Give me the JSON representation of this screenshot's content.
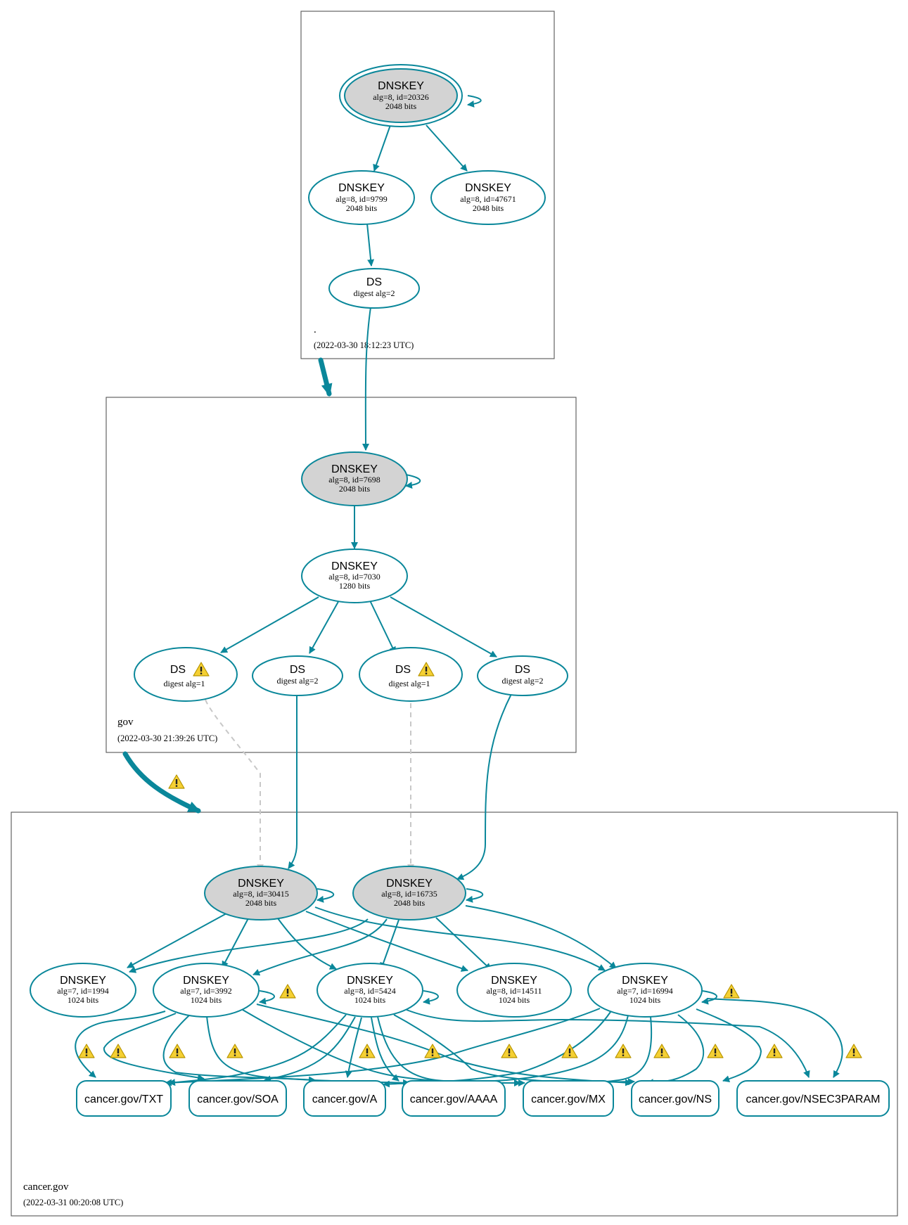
{
  "zones": {
    "root": {
      "name": ".",
      "timestamp": "(2022-03-30 18:12:23 UTC)"
    },
    "gov": {
      "name": "gov",
      "timestamp": "(2022-03-30 21:39:26 UTC)"
    },
    "cancer": {
      "name": "cancer.gov",
      "timestamp": "(2022-03-31 00:20:08 UTC)"
    }
  },
  "nodes": {
    "root_ksk": {
      "type": "DNSKEY",
      "line1": "alg=8, id=20326",
      "line2": "2048 bits"
    },
    "root_zsk1": {
      "type": "DNSKEY",
      "line1": "alg=8, id=9799",
      "line2": "2048 bits"
    },
    "root_zsk2": {
      "type": "DNSKEY",
      "line1": "alg=8, id=47671",
      "line2": "2048 bits"
    },
    "root_ds": {
      "type": "DS",
      "line1": "digest alg=2"
    },
    "gov_ksk": {
      "type": "DNSKEY",
      "line1": "alg=8, id=7698",
      "line2": "2048 bits"
    },
    "gov_zsk": {
      "type": "DNSKEY",
      "line1": "alg=8, id=7030",
      "line2": "1280 bits"
    },
    "gov_ds1": {
      "type": "DS",
      "line1": "digest alg=1"
    },
    "gov_ds2": {
      "type": "DS",
      "line1": "digest alg=2"
    },
    "gov_ds3": {
      "type": "DS",
      "line1": "digest alg=1"
    },
    "gov_ds4": {
      "type": "DS",
      "line1": "digest alg=2"
    },
    "c_ksk1": {
      "type": "DNSKEY",
      "line1": "alg=8, id=30415",
      "line2": "2048 bits"
    },
    "c_ksk2": {
      "type": "DNSKEY",
      "line1": "alg=8, id=16735",
      "line2": "2048 bits"
    },
    "c_k1994": {
      "type": "DNSKEY",
      "line1": "alg=7, id=1994",
      "line2": "1024 bits"
    },
    "c_k3992": {
      "type": "DNSKEY",
      "line1": "alg=7, id=3992",
      "line2": "1024 bits"
    },
    "c_k5424": {
      "type": "DNSKEY",
      "line1": "alg=8, id=5424",
      "line2": "1024 bits"
    },
    "c_k14511": {
      "type": "DNSKEY",
      "line1": "alg=8, id=14511",
      "line2": "1024 bits"
    },
    "c_k16994": {
      "type": "DNSKEY",
      "line1": "alg=7, id=16994",
      "line2": "1024 bits"
    }
  },
  "rrsets": {
    "txt": "cancer.gov/TXT",
    "soa": "cancer.gov/SOA",
    "a": "cancer.gov/A",
    "aaaa": "cancer.gov/AAAA",
    "mx": "cancer.gov/MX",
    "ns": "cancer.gov/NS",
    "nsec3param": "cancer.gov/NSEC3PARAM"
  },
  "colors": {
    "edge": "#0a879a",
    "ksk_fill": "#d3d3d3",
    "insecure_edge": "#c8c8c8",
    "warning_fill": "#f5d033"
  },
  "icons": {
    "warning": "warning-icon"
  }
}
